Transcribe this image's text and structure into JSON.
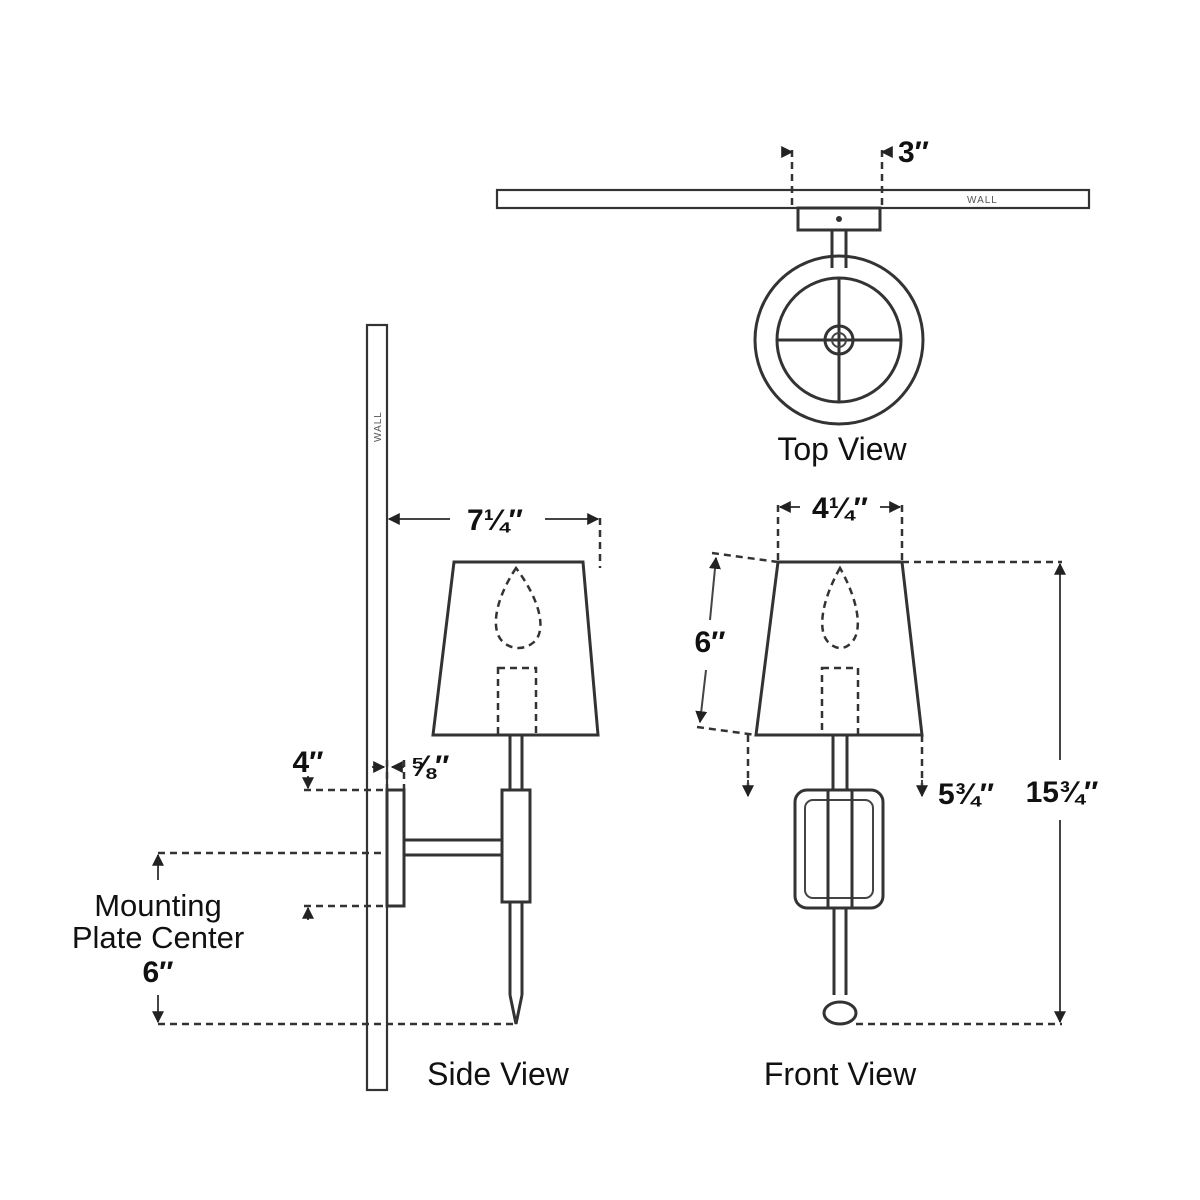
{
  "wall_label": "WALL",
  "views": {
    "top": "Top View",
    "side": "Side View",
    "front": "Front View"
  },
  "dimensions": {
    "plate_depth": "3″",
    "side_width": "7¼″",
    "plate_height": "4″",
    "plate_thickness": "⅝″",
    "front_width": "4¼″",
    "shade_height": "6″",
    "extension": "5¾″",
    "overall_height": "15¾″"
  },
  "mounting": {
    "line1": "Mounting",
    "line2": "Plate Center",
    "value": "6″"
  }
}
